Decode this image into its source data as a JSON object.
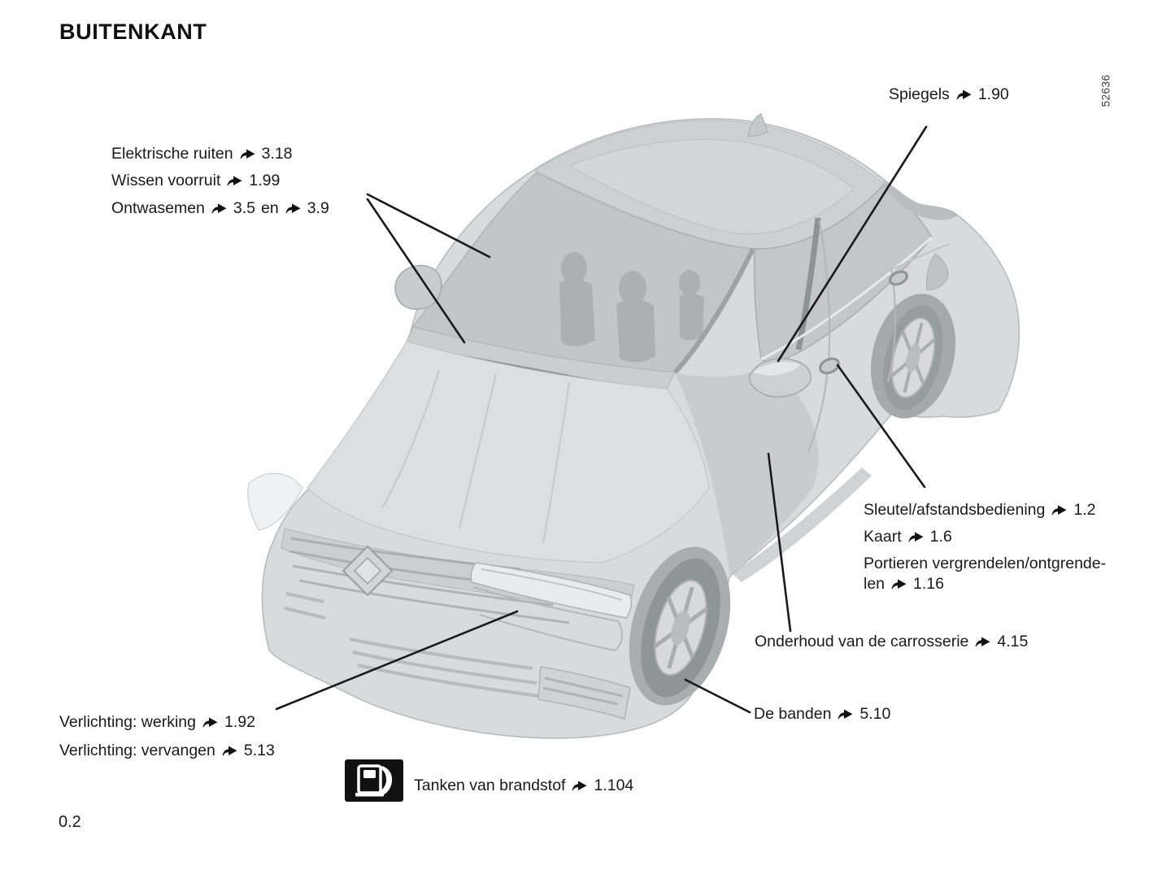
{
  "page": {
    "title": "BUITENKANT",
    "page_number": "0.2",
    "figure_id": "52636"
  },
  "colors": {
    "text": "#1a1a1a",
    "leader_line": "#1a1a1a",
    "car_body": "#d8dadb",
    "car_outline": "#b7babb",
    "glass": "#c2c6c7",
    "tire": "#8f9495",
    "fuel_icon_bg": "#111111"
  },
  "icons": {
    "reference_arrow": "reference-arrow-icon",
    "fuel_pump": "fuel-pump-icon"
  },
  "callouts": {
    "spiegels": {
      "text": "Spiegels",
      "ref": "1.90"
    },
    "elektrische_ruiten": {
      "text": "Elektrische ruiten",
      "ref": "3.18"
    },
    "wissen_voorruit": {
      "text": "Wissen voorruit",
      "ref": "1.99"
    },
    "ontwasemen": {
      "text": "Ontwasemen",
      "ref1": "3.5",
      "joiner": "en",
      "ref2": "3.9"
    },
    "sleutel_afstandsbediening": {
      "text": "Sleutel/afstandsbediening",
      "ref": "1.2"
    },
    "kaart": {
      "text": "Kaart",
      "ref": "1.6"
    },
    "portieren": {
      "line1": "Portieren vergrendelen/ontgrende-",
      "line2": "len",
      "ref": "1.16"
    },
    "onderhoud_carrosserie": {
      "text": "Onderhoud van de carrosserie",
      "ref": "4.15"
    },
    "de_banden": {
      "text": "De banden",
      "ref": "5.10"
    },
    "verlichting_werking": {
      "text": "Verlichting: werking",
      "ref": "1.92"
    },
    "verlichting_vervangen": {
      "text": "Verlichting: vervangen",
      "ref": "5.13"
    },
    "tanken_brandstof": {
      "text": "Tanken van brandstof",
      "ref": "1.104"
    }
  }
}
